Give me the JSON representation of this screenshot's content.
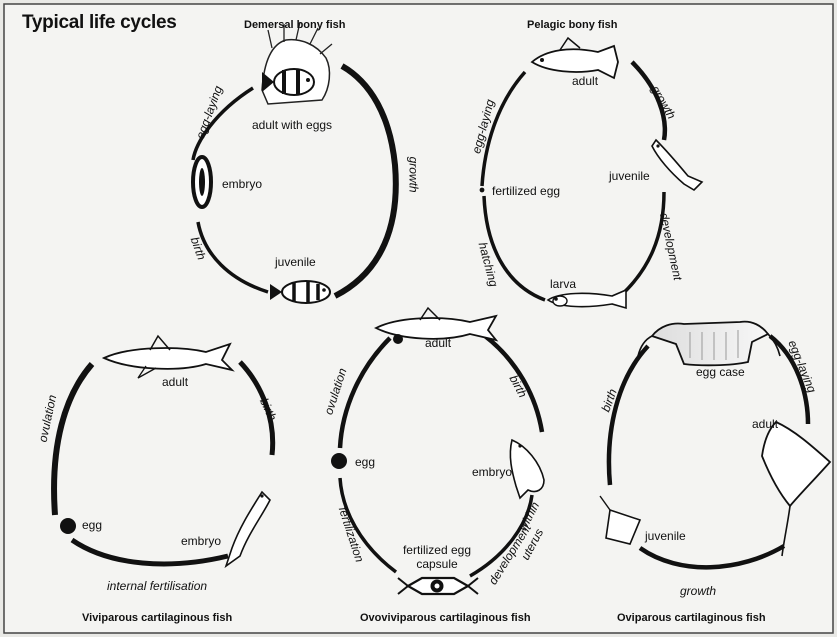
{
  "title": "Typical life cycles",
  "cycles": {
    "demersal": {
      "name": "Demersal bony fish",
      "stages": {
        "adult": "adult with eggs",
        "embryo": "embryo",
        "juvenile": "juvenile"
      },
      "transitions": {
        "egg_laying": "egg-laying",
        "birth": "birth",
        "growth": "growth"
      }
    },
    "pelagic": {
      "name": "Pelagic bony fish",
      "stages": {
        "adult": "adult",
        "juvenile": "juvenile",
        "egg": "fertilized egg",
        "larva": "larva"
      },
      "transitions": {
        "egg_laying": "egg-laying",
        "growth": "growth",
        "development": "development",
        "hatching": "hatching"
      }
    },
    "viviparous": {
      "name": "Viviparous cartilaginous fish",
      "stages": {
        "adult": "adult",
        "egg": "egg",
        "embryo": "embryo"
      },
      "transitions": {
        "ovulation": "ovulation",
        "birth": "birth",
        "fertilisation": "internal fertilisation"
      }
    },
    "ovoviviparous": {
      "name": "Ovoviviparous cartilaginous fish",
      "stages": {
        "adult": "adult",
        "egg": "egg",
        "embryo": "embryo",
        "capsule_line1": "fertilized egg",
        "capsule_line2": "capsule"
      },
      "transitions": {
        "ovulation": "ovulation",
        "birth": "birth",
        "fertilization": "fertilization",
        "development": "development",
        "within": "within",
        "uterus": "uterus"
      }
    },
    "oviparous": {
      "name": "Oviparous cartilaginous fish",
      "stages": {
        "egg_case": "egg case",
        "adult": "adult",
        "juvenile": "juvenile"
      },
      "transitions": {
        "birth": "birth",
        "egg_laying": "egg-laying",
        "growth": "growth"
      }
    }
  }
}
